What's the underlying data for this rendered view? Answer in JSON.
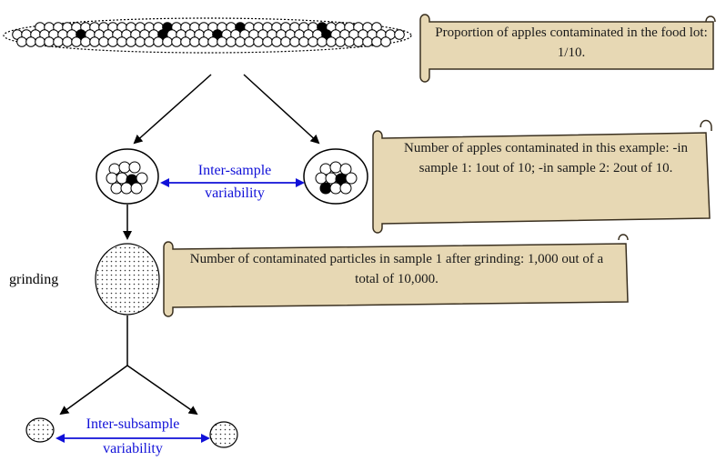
{
  "scrolls": {
    "lot_proportion": "Proportion of apples contaminated in the food lot: 1/10.",
    "apples_in_samples": "Number of apples contaminated in this example: -in sample 1: 1out of 10; -in sample 2: 2out of 10.",
    "particles_after_grinding": "Number of contaminated particles in sample 1 after grinding: 1,000 out of a total of 10,000."
  },
  "labels": {
    "inter_sample_line1": "Inter-sample",
    "inter_sample_line2": "variability",
    "grinding": "grinding",
    "inter_subsample_line1": "Inter-subsample",
    "inter_subsample_line2": "variability"
  },
  "colors": {
    "scroll_fill": "#e7d8b4",
    "scroll_stroke": "#3a3020",
    "variability_arrow": "#1010d8",
    "contaminated_apple": "#000000",
    "clean_apple": "#ffffff"
  }
}
